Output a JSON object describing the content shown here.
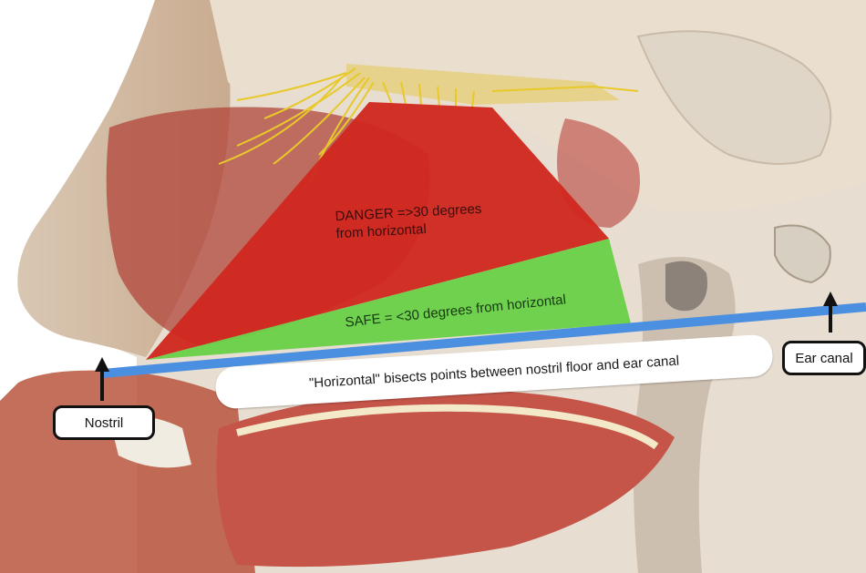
{
  "labels": {
    "danger_line1": "DANGER =>30 degrees",
    "danger_line2": "from horizontal",
    "safe": "SAFE = <30 degrees from horizontal",
    "horizontal": "\"Horizontal\" bisects points between nostril floor and ear canal",
    "nostril": "Nostril",
    "ear_canal": "Ear canal"
  },
  "colors": {
    "danger": "#d0291f",
    "safe": "#6bd04a",
    "horizontal_line": "#4b8fe0",
    "arrow": "#111111"
  },
  "illustration": "sagittal-head-anatomy"
}
